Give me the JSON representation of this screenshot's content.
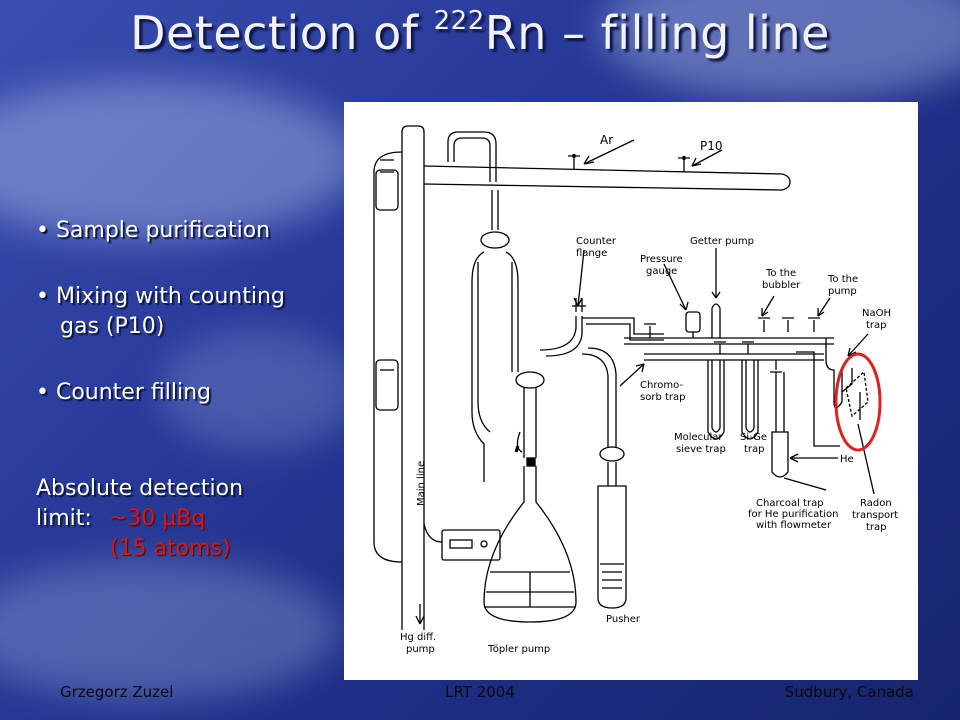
{
  "title": {
    "main": "Detection of ",
    "superscript": "222",
    "rest": "Rn – filling line"
  },
  "bullets": [
    {
      "line1": "• Sample purification",
      "line2": ""
    },
    {
      "line1": "• Mixing with counting",
      "line2": "gas (P10)"
    },
    {
      "line1": "• Counter filling",
      "line2": ""
    }
  ],
  "detection": {
    "label_line1": "Absolute detection",
    "label_line2": "limit:",
    "value_line1": "~30 µBq",
    "value_line2": "(15 atoms)"
  },
  "diagram": {
    "labels": {
      "ar": "Ar",
      "p10": "P10",
      "counter_flange_1": "Counter",
      "counter_flange_2": "flange",
      "pressure_gauge_1": "Pressure",
      "pressure_gauge_2": "gauge",
      "getter_pump": "Getter pump",
      "to_bubbler_1": "To the",
      "to_bubbler_2": "bubbler",
      "to_pump_1": "To the",
      "to_pump_2": "pump",
      "naoh_1": "NaOH",
      "naoh_2": "trap",
      "chromo_1": "Chromo-",
      "chromo_2": "sorb trap",
      "molecular_1": "Molecular",
      "molecular_2": "sieve trap",
      "sige_1": "Si-Ge",
      "sige_2": "trap",
      "he": "He",
      "main_line": "Main line",
      "charcoal_1": "Charcoal trap",
      "charcoal_2": "for He purification",
      "charcoal_3": "with flowmeter",
      "radon_1": "Radon",
      "radon_2": "transport",
      "radon_3": "trap",
      "hg_1": "Hg diff.",
      "hg_2": "pump",
      "topler": "Töpler pump",
      "pusher": "Pusher"
    },
    "highlight_color": "#e02020"
  },
  "footer": {
    "left": "Grzegorz Zuzel",
    "center": "LRT 2004",
    "right": "Sudbury, Canada"
  }
}
